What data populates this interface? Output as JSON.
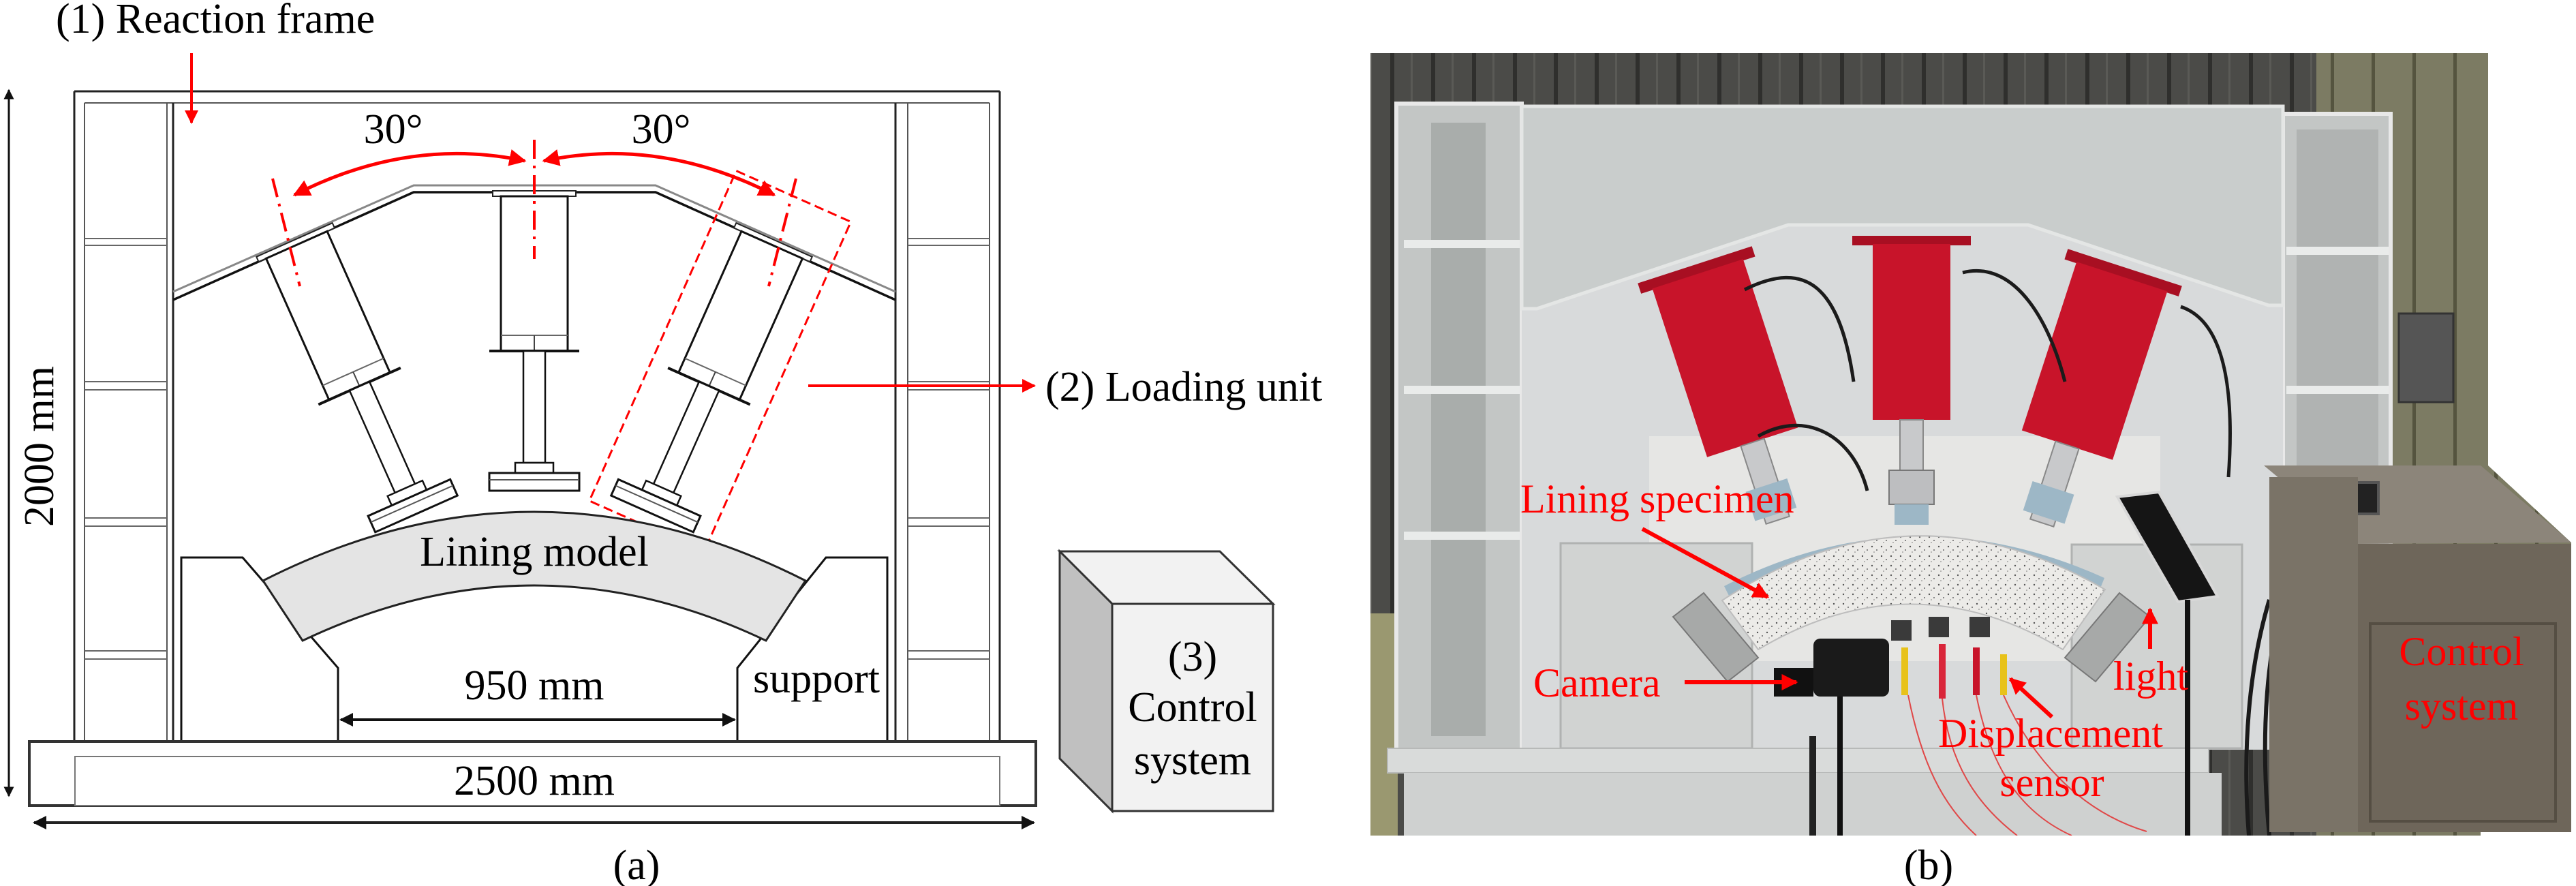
{
  "panel_a": {
    "caption": "(a)",
    "labels": {
      "reaction_frame": "(1) Reaction frame",
      "loading_unit": "(2) Loading unit",
      "control_number": "(3)",
      "control_line1": "Control",
      "control_line2": "system",
      "angle_left": "30°",
      "angle_right": "30°",
      "lining_model": "Lining model",
      "support": "support",
      "span_dimension": "950 mm",
      "width_dimension": "2500 mm",
      "height_dimension": "2000 mm"
    },
    "colors": {
      "annotation": "#ff0000",
      "line": "#1a1a1a",
      "lining_fill": "#e4e4e4",
      "box_front": "#f2f2f2",
      "box_side": "#c0c0c0"
    }
  },
  "panel_b": {
    "caption": "(b)",
    "labels": {
      "lining_specimen": "Lining specimen",
      "camera": "Camera",
      "light": "light",
      "displacement_line1": "Displacement",
      "displacement_line2": "sensor",
      "control_line1": "Control",
      "control_line2": "system"
    },
    "colors": {
      "annotation": "#ff0000",
      "cylinder": "#c8142a",
      "frame": "#c9cdcc",
      "wall_dark": "#4b4b48",
      "wall_khaki": "#7c7b63",
      "pad_blue": "#9db7c6",
      "specimen": "#ecebe8",
      "steel_box": "#6e665a"
    }
  }
}
